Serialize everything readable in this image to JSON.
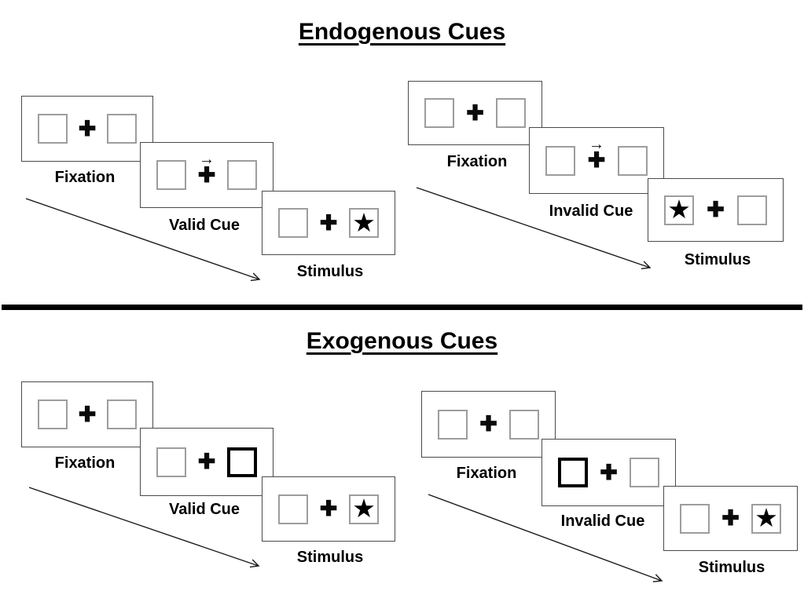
{
  "glyphs": {
    "fixation_cross": "✚",
    "cue_arrow": "→",
    "star": "★"
  },
  "colors": {
    "background": "#ffffff",
    "ink": "#000000",
    "card_border": "#4a4a4a",
    "box_border": "#9d9d9d",
    "cue_box_border": "#000000"
  },
  "sections": [
    {
      "title": "Endogenous Cues",
      "panels": [
        {
          "condition": "valid",
          "cue_type": "central-arrow-right",
          "stimulus_side": "right",
          "steps": [
            {
              "label": "Fixation"
            },
            {
              "label": "Valid Cue"
            },
            {
              "label": "Stimulus"
            }
          ]
        },
        {
          "condition": "invalid",
          "cue_type": "central-arrow-right",
          "stimulus_side": "left",
          "steps": [
            {
              "label": "Fixation"
            },
            {
              "label": "Invalid Cue"
            },
            {
              "label": "Stimulus"
            }
          ]
        }
      ]
    },
    {
      "title": "Exogenous Cues",
      "panels": [
        {
          "condition": "valid",
          "cue_type": "peripheral-thick-box-right",
          "stimulus_side": "right",
          "steps": [
            {
              "label": "Fixation"
            },
            {
              "label": "Valid Cue"
            },
            {
              "label": "Stimulus"
            }
          ]
        },
        {
          "condition": "invalid",
          "cue_type": "peripheral-thick-box-left",
          "stimulus_side": "right",
          "steps": [
            {
              "label": "Fixation"
            },
            {
              "label": "Invalid Cue"
            },
            {
              "label": "Stimulus"
            }
          ]
        }
      ]
    }
  ]
}
